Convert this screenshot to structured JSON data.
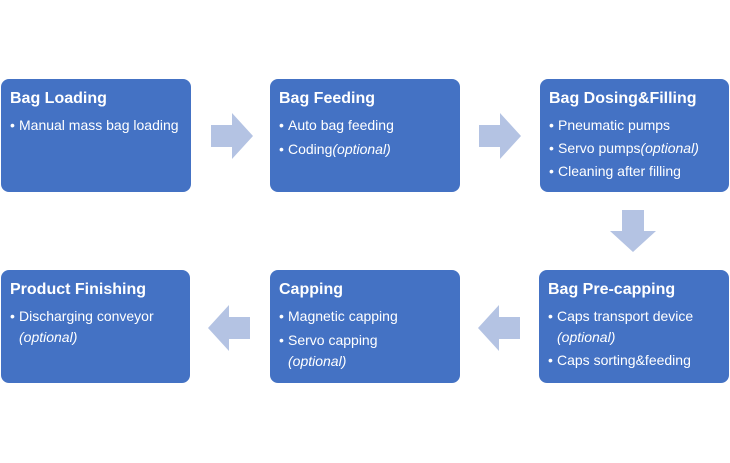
{
  "steps": {
    "bag_loading": {
      "title": "Bag Loading",
      "items": [
        [
          "Manual mass bag loading",
          ""
        ]
      ]
    },
    "bag_feeding": {
      "title": "Bag Feeding",
      "items": [
        [
          "Auto bag feeding",
          ""
        ],
        [
          "Coding",
          "(optional)"
        ]
      ]
    },
    "bag_dosing_filling": {
      "title": "Bag Dosing&Filling",
      "items": [
        [
          "Pneumatic pumps",
          ""
        ],
        [
          "Servo pumps",
          "(optional)"
        ],
        [
          "Cleaning after filling",
          ""
        ]
      ]
    },
    "bag_pre_capping": {
      "title": "Bag Pre-capping",
      "items": [
        [
          "Caps transport device",
          "(optional)"
        ],
        [
          "Caps sorting&feeding",
          ""
        ]
      ]
    },
    "capping": {
      "title": "Capping",
      "items": [
        [
          "Magnetic capping",
          ""
        ],
        [
          "Servo capping",
          "(optional)"
        ]
      ]
    },
    "product_finishing": {
      "title": "Product Finishing",
      "items": [
        [
          "Discharging conveyor",
          "(optional)"
        ]
      ]
    }
  },
  "colors": {
    "box": "#4472c4",
    "arrow": "#b4c3e3",
    "text": "#ffffff"
  }
}
